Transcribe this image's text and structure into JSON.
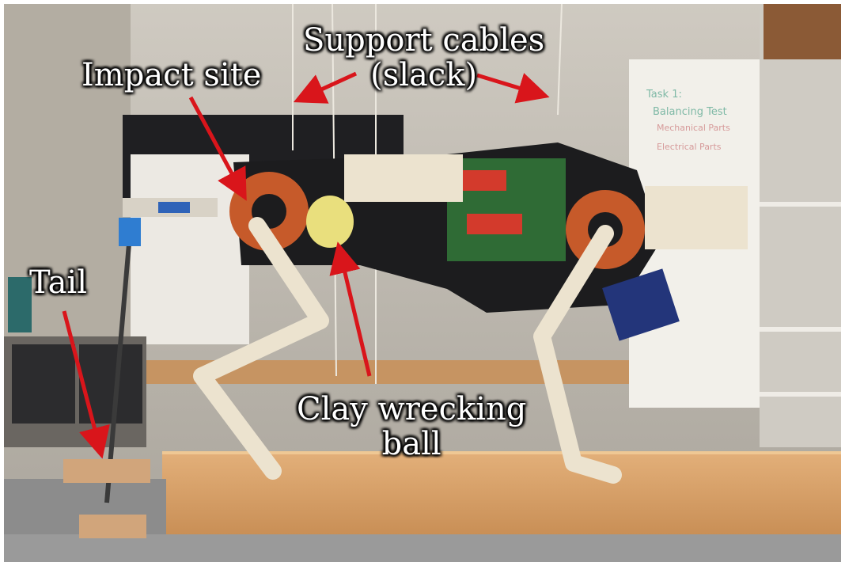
{
  "labels": {
    "support_line1": "Support cables",
    "support_line2": "(slack)",
    "impact": "Impact site",
    "tail": "Tail",
    "clay_line1": "Clay wrecking",
    "clay_line2": "ball"
  },
  "colors": {
    "arrow": "#d9151b",
    "label_text": "#ffffff",
    "label_outline": "#000000",
    "table_wood": "#d8a26b",
    "robot_frame": "#ece3cf",
    "robot_body": "#1c1c1e",
    "circuit_board": "#2f6b35",
    "motor_copper": "#c65a2a"
  },
  "icons": {
    "arrows": "red-arrow-icon"
  }
}
